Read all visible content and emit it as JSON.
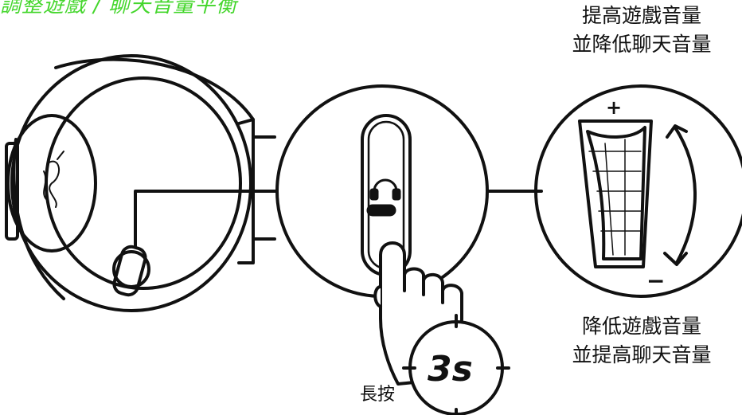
{
  "title": "調整遊戲 / 聊天音量平衡",
  "callout_up": {
    "line1": "提高遊戲音量",
    "line2": "並降低聊天音量"
  },
  "callout_down": {
    "line1": "降低遊戲音量",
    "line2": "並提高聊天音量"
  },
  "dial_plus": "+",
  "dial_minus": "−",
  "hold_label": "長按",
  "hold_duration": "3s",
  "colors": {
    "accent": "#44d62c",
    "ink": "#111111"
  },
  "icons": [
    "razer-logo-icon",
    "game-chat-mix-icon",
    "finger-press-icon",
    "rotate-arrow-icon"
  ]
}
